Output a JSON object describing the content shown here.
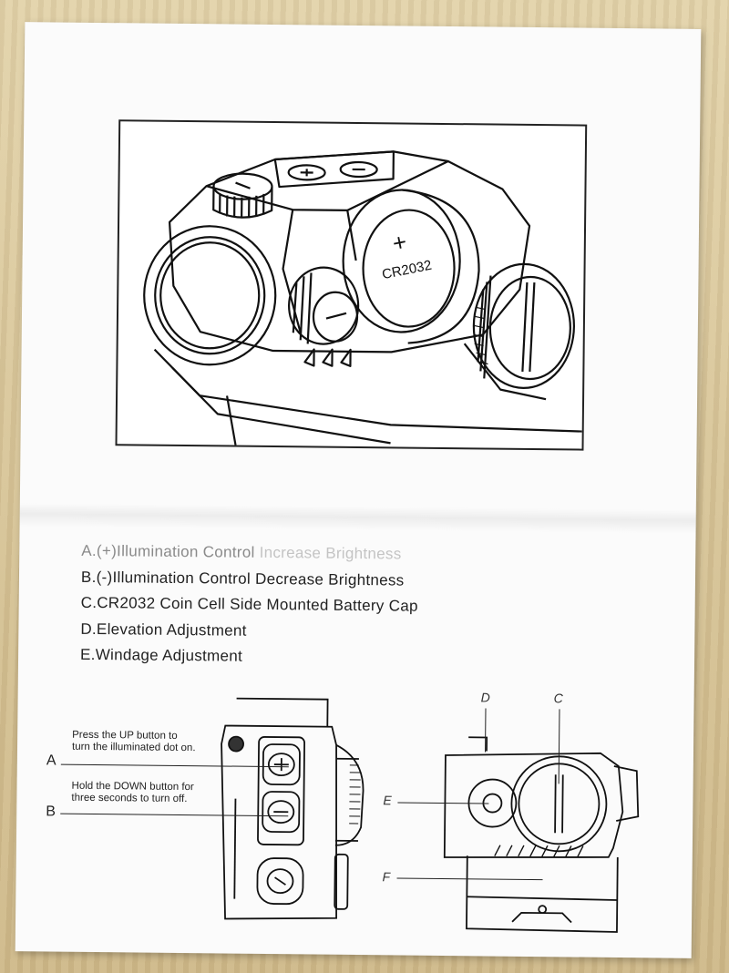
{
  "top_illustration": {
    "battery_label_plus": "+",
    "battery_label_text": "CR2032"
  },
  "legend": [
    {
      "head": "A.(+)Illumination Control ",
      "tail": "Increase Brightness"
    },
    {
      "head": "B.(-)Illumination Control Decrease Brightness",
      "tail": ""
    },
    {
      "head": "C.CR2032 Coin Cell Side Mounted Battery Cap",
      "tail": ""
    },
    {
      "head": "D.Elevation Adjustment",
      "tail": ""
    },
    {
      "head": "E.Windage Adjustment",
      "tail": ""
    }
  ],
  "top_view": {
    "callout_a_line1": "Press the UP button to",
    "callout_a_line2": "turn the illuminated dot on.",
    "callout_b_line1": "Hold the DOWN button for",
    "callout_b_line2": "three seconds to turn off.",
    "label_a": "A",
    "label_b": "B"
  },
  "side_view": {
    "label_d": "D",
    "label_c": "C",
    "label_e": "E",
    "label_f": "F"
  },
  "colors": {
    "ink": "#222222",
    "paper": "#fbfbfb",
    "wood": "#d9c9a0"
  }
}
